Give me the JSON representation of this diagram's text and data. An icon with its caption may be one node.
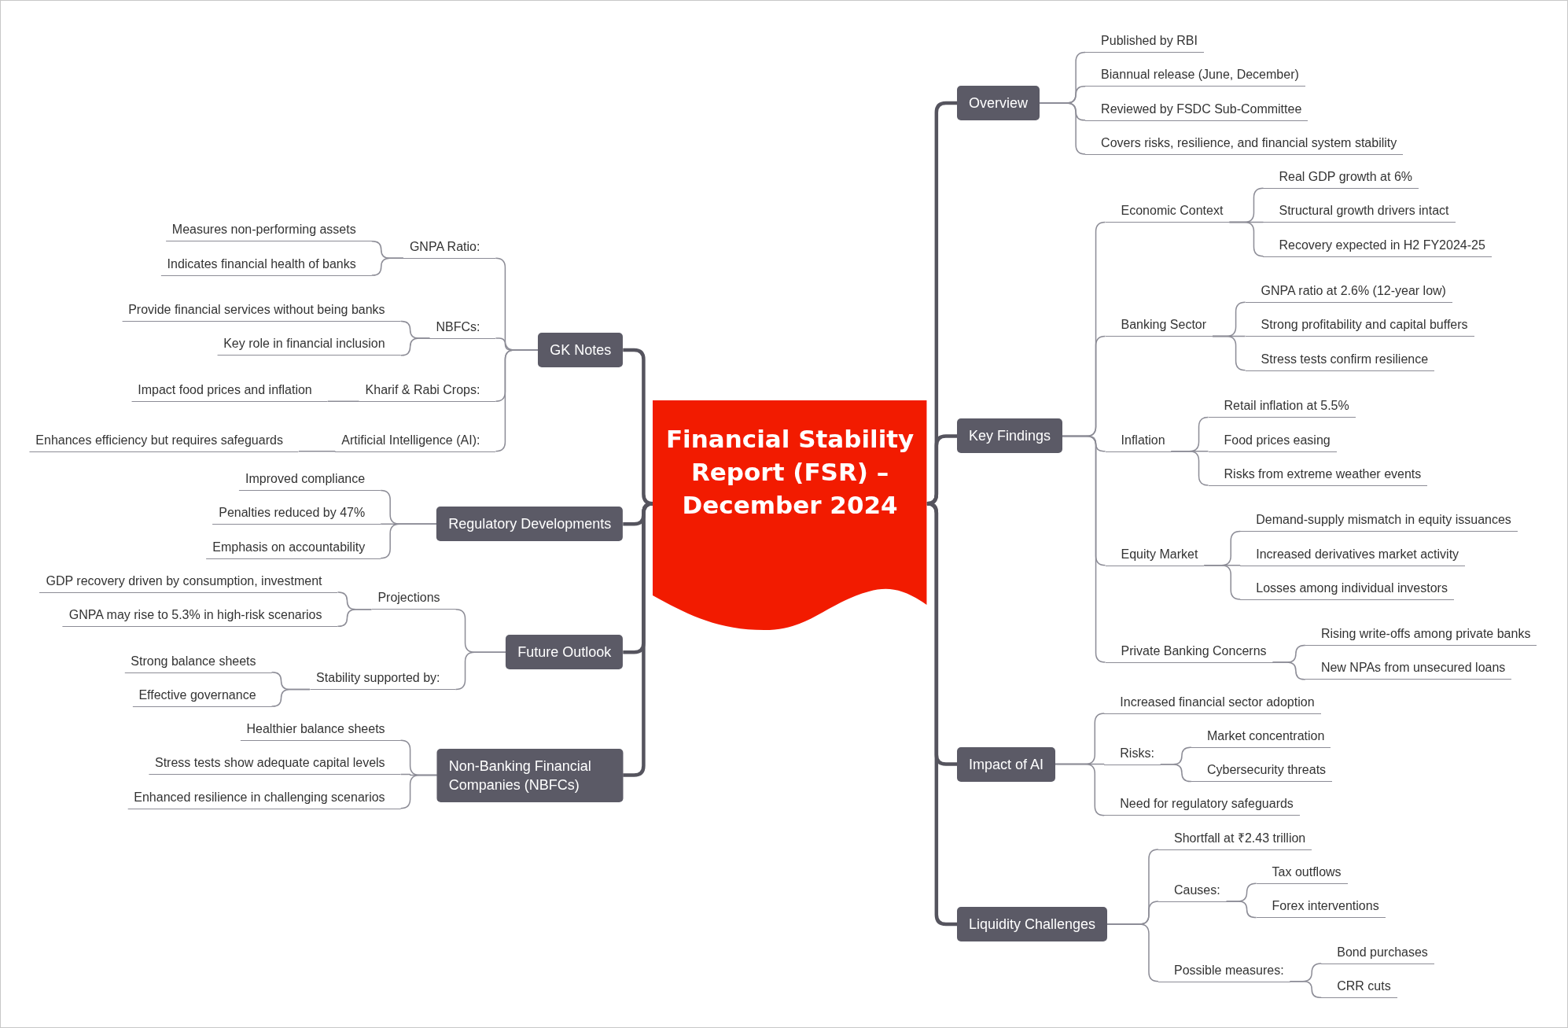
{
  "diagram": {
    "nodes": [
      {
        "text": [
          "Financial Stability Report (FSR) – December 2024"
        ]
      },
      {
        "text": [
          "Overview"
        ]
      },
      {
        "text": [
          "Published by RBI"
        ]
      },
      {
        "text": [
          "Biannual release (June, December)"
        ]
      },
      {
        "text": [
          "Reviewed by FSDC Sub-Committee"
        ]
      },
      {
        "text": [
          "Covers risks, resilience, and financial system stability"
        ]
      },
      {
        "text": [
          "Key Findings"
        ]
      },
      {
        "text": [
          "Economic Context"
        ]
      },
      {
        "text": [
          "Real GDP growth at 6%"
        ]
      },
      {
        "text": [
          "Structural growth drivers intact"
        ]
      },
      {
        "text": [
          "Recovery expected in H2 FY2024-25"
        ]
      },
      {
        "text": [
          "Banking Sector"
        ]
      },
      {
        "text": [
          "GNPA ratio at 2.6% (12-year low)"
        ]
      },
      {
        "text": [
          "Strong profitability and capital buffers"
        ]
      },
      {
        "text": [
          "Stress tests confirm resilience"
        ]
      },
      {
        "text": [
          "Inflation"
        ]
      },
      {
        "text": [
          "Retail inflation at 5.5%"
        ]
      },
      {
        "text": [
          "Food prices easing"
        ]
      },
      {
        "text": [
          "Risks from extreme weather events"
        ]
      },
      {
        "text": [
          "Equity Market"
        ]
      },
      {
        "text": [
          "Demand-supply mismatch in equity issuances"
        ]
      },
      {
        "text": [
          "Increased derivatives market activity"
        ]
      },
      {
        "text": [
          "Losses among individual investors"
        ]
      },
      {
        "text": [
          "Private Banking Concerns"
        ]
      },
      {
        "text": [
          "Rising write-offs among private banks"
        ]
      },
      {
        "text": [
          "New NPAs from unsecured loans"
        ]
      },
      {
        "text": [
          "Impact of AI"
        ]
      },
      {
        "text": [
          "Increased financial sector adoption"
        ]
      },
      {
        "text": [
          "Risks:"
        ]
      },
      {
        "text": [
          "Market concentration"
        ]
      },
      {
        "text": [
          "Cybersecurity threats"
        ]
      },
      {
        "text": [
          "Need for regulatory safeguards"
        ]
      },
      {
        "text": [
          "Liquidity Challenges"
        ]
      },
      {
        "text": [
          "Shortfall at ₹2.43 trillion"
        ]
      },
      {
        "text": [
          "Causes:"
        ]
      },
      {
        "text": [
          "Tax outflows"
        ]
      },
      {
        "text": [
          "Forex interventions"
        ]
      },
      {
        "text": [
          "Possible measures:"
        ]
      },
      {
        "text": [
          "Bond purchases"
        ]
      },
      {
        "text": [
          "CRR cuts"
        ]
      },
      {
        "text": [
          "GK Notes"
        ]
      },
      {
        "text": [
          "GNPA Ratio:"
        ]
      },
      {
        "text": [
          "Measures non-performing assets"
        ]
      },
      {
        "text": [
          "Indicates financial health of banks"
        ]
      },
      {
        "text": [
          "NBFCs:"
        ]
      },
      {
        "text": [
          "Provide financial services without being banks"
        ]
      },
      {
        "text": [
          "Key role in financial inclusion"
        ]
      },
      {
        "text": [
          "Kharif & Rabi Crops:"
        ]
      },
      {
        "text": [
          "Impact food prices and inflation"
        ]
      },
      {
        "text": [
          "Artificial Intelligence (AI):"
        ]
      },
      {
        "text": [
          "Enhances efficiency but requires safeguards"
        ]
      },
      {
        "text": [
          "Regulatory Developments"
        ]
      },
      {
        "text": [
          "Improved compliance"
        ]
      },
      {
        "text": [
          "Penalties reduced by 47%"
        ]
      },
      {
        "text": [
          "Emphasis on accountability"
        ]
      },
      {
        "text": [
          "Future Outlook"
        ]
      },
      {
        "text": [
          "Projections"
        ]
      },
      {
        "text": [
          "GDP recovery driven by consumption, investment"
        ]
      },
      {
        "text": [
          "GNPA may rise to 5.3% in high-risk scenarios"
        ]
      },
      {
        "text": [
          "Stability supported by:"
        ]
      },
      {
        "text": [
          "Strong balance sheets"
        ]
      },
      {
        "text": [
          "Effective governance"
        ]
      },
      {
        "text": [
          "Non-Banking Financial Companies (NBFCs)"
        ]
      },
      {
        "text": [
          "Healthier balance sheets"
        ]
      },
      {
        "text": [
          "Stress tests show adequate capital levels"
        ]
      },
      {
        "text": [
          "Enhanced resilience in challenging scenarios"
        ]
      }
    ],
    "edges": [
      {
        "from": 0,
        "to": 1,
        "arrow": "none",
        "style": "thick",
        "color": "#55545e"
      },
      {
        "from": 0,
        "to": 6,
        "arrow": "none",
        "style": "thick",
        "color": "#55545e"
      },
      {
        "from": 0,
        "to": 26,
        "arrow": "none",
        "style": "thick",
        "color": "#55545e"
      },
      {
        "from": 0,
        "to": 32,
        "arrow": "none",
        "style": "thick",
        "color": "#55545e"
      },
      {
        "from": 0,
        "to": 40,
        "arrow": "none",
        "style": "thick",
        "color": "#55545e"
      },
      {
        "from": 0,
        "to": 51,
        "arrow": "none",
        "style": "thick",
        "color": "#55545e"
      },
      {
        "from": 0,
        "to": 55,
        "arrow": "none",
        "style": "thick",
        "color": "#55545e"
      },
      {
        "from": 0,
        "to": 62,
        "arrow": "none",
        "style": "thick",
        "color": "#55545e"
      },
      {
        "from": 1,
        "to": 2,
        "arrow": "none"
      },
      {
        "from": 1,
        "to": 3,
        "arrow": "none"
      },
      {
        "from": 1,
        "to": 4,
        "arrow": "none"
      },
      {
        "from": 1,
        "to": 5,
        "arrow": "none"
      },
      {
        "from": 6,
        "to": 7,
        "arrow": "none"
      },
      {
        "from": 7,
        "to": 8,
        "arrow": "none"
      },
      {
        "from": 7,
        "to": 9,
        "arrow": "none"
      },
      {
        "from": 7,
        "to": 10,
        "arrow": "none"
      },
      {
        "from": 6,
        "to": 11,
        "arrow": "none"
      },
      {
        "from": 11,
        "to": 12,
        "arrow": "none"
      },
      {
        "from": 11,
        "to": 13,
        "arrow": "none"
      },
      {
        "from": 11,
        "to": 14,
        "arrow": "none"
      },
      {
        "from": 6,
        "to": 15,
        "arrow": "none"
      },
      {
        "from": 15,
        "to": 16,
        "arrow": "none"
      },
      {
        "from": 15,
        "to": 17,
        "arrow": "none"
      },
      {
        "from": 15,
        "to": 18,
        "arrow": "none"
      },
      {
        "from": 6,
        "to": 19,
        "arrow": "none"
      },
      {
        "from": 19,
        "to": 20,
        "arrow": "none"
      },
      {
        "from": 19,
        "to": 21,
        "arrow": "none"
      },
      {
        "from": 19,
        "to": 22,
        "arrow": "none"
      },
      {
        "from": 6,
        "to": 23,
        "arrow": "none"
      },
      {
        "from": 23,
        "to": 24,
        "arrow": "none"
      },
      {
        "from": 23,
        "to": 25,
        "arrow": "none"
      },
      {
        "from": 26,
        "to": 27,
        "arrow": "none"
      },
      {
        "from": 26,
        "to": 28,
        "arrow": "none"
      },
      {
        "from": 28,
        "to": 29,
        "arrow": "none"
      },
      {
        "from": 28,
        "to": 30,
        "arrow": "none"
      },
      {
        "from": 26,
        "to": 31,
        "arrow": "none"
      },
      {
        "from": 32,
        "to": 33,
        "arrow": "none"
      },
      {
        "from": 32,
        "to": 34,
        "arrow": "none"
      },
      {
        "from": 34,
        "to": 35,
        "arrow": "none"
      },
      {
        "from": 34,
        "to": 36,
        "arrow": "none"
      },
      {
        "from": 32,
        "to": 37,
        "arrow": "none"
      },
      {
        "from": 37,
        "to": 38,
        "arrow": "none"
      },
      {
        "from": 37,
        "to": 39,
        "arrow": "none"
      },
      {
        "from": 40,
        "to": 41,
        "arrow": "none"
      },
      {
        "from": 41,
        "to": 42,
        "arrow": "none"
      },
      {
        "from": 41,
        "to": 43,
        "arrow": "none"
      },
      {
        "from": 40,
        "to": 44,
        "arrow": "none"
      },
      {
        "from": 44,
        "to": 45,
        "arrow": "none"
      },
      {
        "from": 44,
        "to": 46,
        "arrow": "none"
      },
      {
        "from": 40,
        "to": 47,
        "arrow": "none"
      },
      {
        "from": 47,
        "to": 48,
        "arrow": "none"
      },
      {
        "from": 40,
        "to": 49,
        "arrow": "none"
      },
      {
        "from": 49,
        "to": 50,
        "arrow": "none"
      },
      {
        "from": 51,
        "to": 52,
        "arrow": "none"
      },
      {
        "from": 51,
        "to": 53,
        "arrow": "none"
      },
      {
        "from": 51,
        "to": 54,
        "arrow": "none"
      },
      {
        "from": 55,
        "to": 56,
        "arrow": "none"
      },
      {
        "from": 56,
        "to": 57,
        "arrow": "none"
      },
      {
        "from": 56,
        "to": 58,
        "arrow": "none"
      },
      {
        "from": 55,
        "to": 59,
        "arrow": "none"
      },
      {
        "from": 59,
        "to": 60,
        "arrow": "none"
      },
      {
        "from": 59,
        "to": 61,
        "arrow": "none"
      },
      {
        "from": 62,
        "to": 63,
        "arrow": "none"
      },
      {
        "from": 62,
        "to": 64,
        "arrow": "none"
      },
      {
        "from": 62,
        "to": 65,
        "arrow": "none"
      }
    ]
  }
}
